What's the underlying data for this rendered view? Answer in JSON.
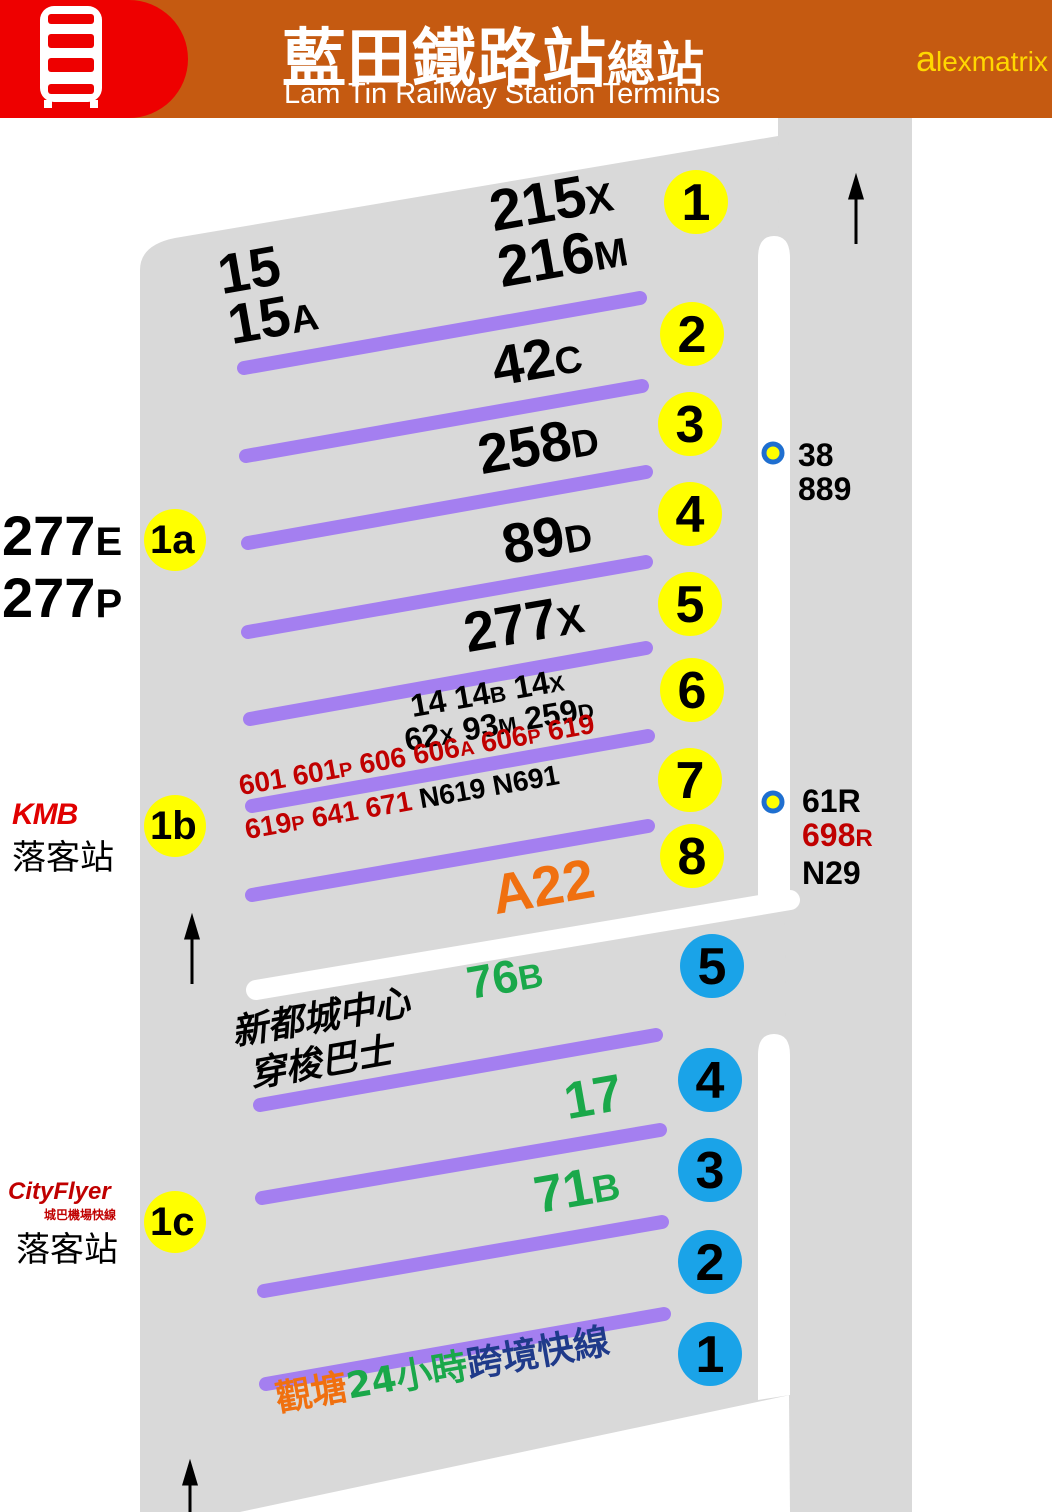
{
  "header": {
    "title_zh": "藍田鐵路站",
    "title_zh_suffix": "總站",
    "title_en": "Lam Tin Railway Station Terminus",
    "brand_first": "a",
    "brand_rest": "lexmatrix"
  },
  "colors": {
    "header_bg": "#c55a11",
    "bus_tab": "#ee0000",
    "road": "#d9d9d9",
    "island_line": "#a47ff0",
    "badge_yellow": "#ffff00",
    "badge_blue": "#1aa3e8",
    "route_red": "#c00000",
    "route_green": "#1aa84a",
    "route_orange": "#f07010",
    "route_navy": "#1f3a8a"
  },
  "icons": [
    "bus-icon",
    "north-arrow-icon",
    "bus-stop-icon"
  ],
  "platforms_yellow": [
    "1",
    "2",
    "3",
    "4",
    "5",
    "6",
    "7",
    "8"
  ],
  "platforms_blue": [
    "5",
    "4",
    "3",
    "2",
    "1"
  ],
  "routes": {
    "p1a": "215",
    "p1a_suffix": "X",
    "p1b": "216",
    "p1b_suffix": "M",
    "left_15": "15",
    "left_15a": "15",
    "left_15a_suffix": "A",
    "p2": "42",
    "p2_suffix": "C",
    "p3": "258",
    "p3_suffix": "D",
    "p4": "89",
    "p4_suffix": "D",
    "p5": "277",
    "p5_suffix": "X",
    "p6_line1": [
      "14",
      "14B",
      "14X"
    ],
    "p6_line2": [
      "62X",
      "93M",
      "259D"
    ],
    "p7_line1": [
      "601",
      "601P",
      "606",
      "606A",
      "606P",
      "619"
    ],
    "p8_line1_red": [
      "619P",
      "641",
      "671"
    ],
    "p8_line1_black": [
      "N619",
      "N691"
    ],
    "a22": "A22",
    "b5": "76",
    "b5_suffix": "B",
    "b4": "17",
    "b3": "71",
    "b3_suffix": "B",
    "shuttle_line1": "新都城中心",
    "shuttle_line2": "穿梭巴士",
    "b1_orange": "觀塘",
    "b1_green": "24小時",
    "b1_navy": "跨境快線"
  },
  "stops": {
    "s1a_label": "1a",
    "s1a_routes": [
      "277E",
      "277P"
    ],
    "s1b_label": "1b",
    "kmb_logo": "KMB",
    "kmb_alight": "落客站",
    "s1c_label": "1c",
    "cityflyer_logo": "CityFlyer",
    "cityflyer_sub": "城巴機場快線",
    "cityflyer_alight": "落客站",
    "right_top_routes": [
      "38",
      "889"
    ],
    "right_bottom_black1": "61R",
    "right_bottom_red": "698",
    "right_bottom_red_suffix": "R",
    "right_bottom_black2": "N29"
  }
}
